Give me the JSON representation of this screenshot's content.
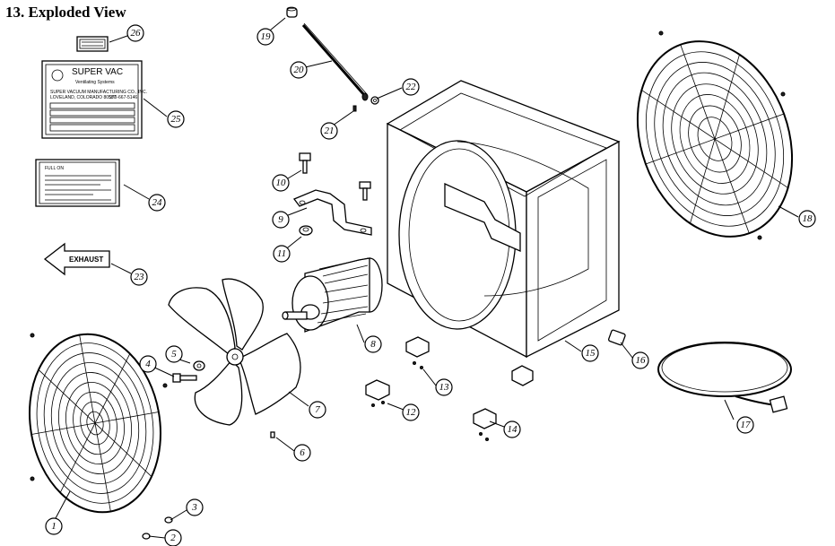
{
  "title": "13. Exploded View",
  "label_plate": {
    "brand": "SUPER VAC",
    "subtitle": "Ventilating Systems",
    "maker": "SUPER VACUUM MANUFACTURING CO., INC.",
    "address": "LOVELAND, COLORADO 80537",
    "phone": "970-667-5146"
  },
  "warning_label": {
    "heading": "FULL ON"
  },
  "exhaust_label": "EXHAUST",
  "callouts": [
    "1",
    "2",
    "3",
    "4",
    "5",
    "6",
    "7",
    "8",
    "9",
    "10",
    "11",
    "12",
    "13",
    "14",
    "15",
    "16",
    "17",
    "18",
    "19",
    "20",
    "21",
    "22",
    "23",
    "24",
    "25",
    "26"
  ]
}
